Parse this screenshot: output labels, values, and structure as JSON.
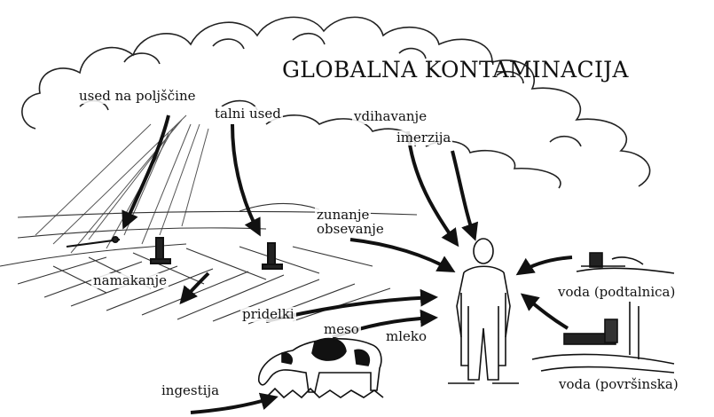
{
  "title": "GLOBALNA KONTAMINACIJA",
  "labels": {
    "deposit_crops": "used na poljščine",
    "ground_deposit": "talni used",
    "inhalation": "vdihavanje",
    "immersion": "imerzija",
    "external_line1": "zunanje",
    "external_line2": "obsevanje",
    "irrigation": "namakanje",
    "crops": "pridelki",
    "meat": "meso",
    "milk": "mleko",
    "groundwater": "voda (podtalnica)",
    "surface_water": "voda (površinska)",
    "ingestion": "ingestija"
  },
  "colors": {
    "ink": "#111111",
    "background": "#ffffff"
  }
}
